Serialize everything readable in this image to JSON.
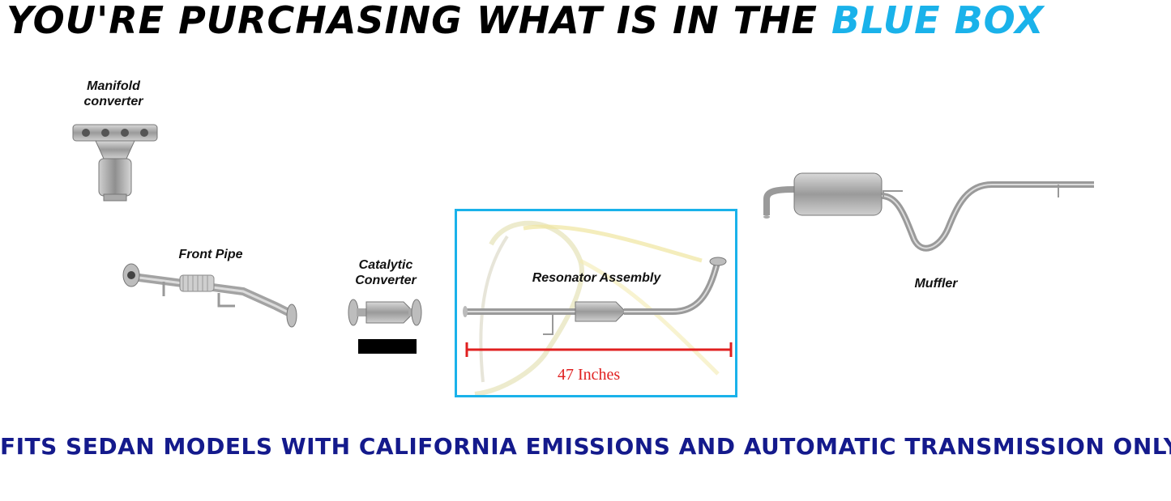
{
  "header": {
    "title_main": "YOU'RE PURCHASING WHAT IS IN THE ",
    "title_accent": "BLUE BOX"
  },
  "colors": {
    "accent": "#1ab2ea",
    "footer": "#141a8c",
    "dimension": "#e02020"
  },
  "parts": {
    "manifold": "Manifold\nconverter",
    "front_pipe": "Front Pipe",
    "catalytic": "Catalytic\nConverter",
    "resonator": "Resonator Assembly",
    "muffler": "Muffler"
  },
  "dimension": {
    "label": "47 Inches"
  },
  "footer": {
    "text": "FITS SEDAN MODELS WITH CALIFORNIA EMISSIONS AND AUTOMATIC TRANSMISSION ONLY"
  }
}
